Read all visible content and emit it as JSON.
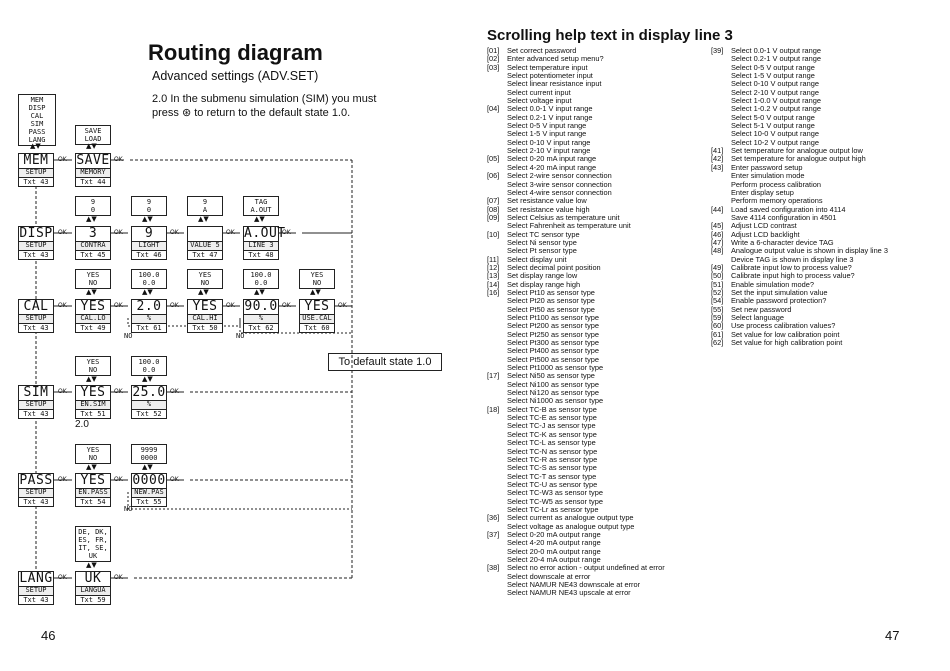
{
  "left_page": {
    "title": "Routing diagram",
    "subtitle": "Advanced settings (ADV.SET)",
    "note_line1": "2.0 In the submenu simulation (SIM) you must",
    "note_line2": "press ⊛ to return to the default state 1.0.",
    "page_number": "46",
    "default_state": "To default state 1.0",
    "label_2_0": "2.0",
    "ok": "OK",
    "no": "NO",
    "menu_list": [
      "MEM",
      "DISP",
      "CAL",
      "SIM",
      "PASS",
      "LANG"
    ],
    "save_load": [
      "SAVE",
      "LOAD"
    ],
    "rows": [
      {
        "main": "MEM",
        "sub": "SETUP",
        "txt": "Txt 43"
      },
      {
        "main": "DISP",
        "sub": "SETUP",
        "txt": "Txt 43"
      },
      {
        "main": "CAL",
        "sub": "SETUP",
        "txt": "Txt 43"
      },
      {
        "main": "SIM",
        "sub": "SETUP",
        "txt": "Txt 43"
      },
      {
        "main": "PASS",
        "sub": "SETUP",
        "txt": "Txt 43"
      },
      {
        "main": "LANG",
        "sub": "SETUP",
        "txt": "Txt 43"
      }
    ],
    "mem_save": {
      "main": "SAVE",
      "sub": "MEMORY",
      "txt": "Txt 44"
    },
    "disp_items": [
      {
        "opts": [
          "9",
          "0"
        ],
        "main": "3",
        "sub": "CONTRA",
        "txt": "Txt 45"
      },
      {
        "opts": [
          "9",
          "0"
        ],
        "main": "9",
        "sub": "LIGHT",
        "txt": "Txt 46"
      },
      {
        "opts": [
          "9",
          "A"
        ],
        "main": "",
        "sub": "VALUE 5",
        "txt": "Txt 47"
      },
      {
        "opts": [
          "TAG",
          "A.OUT"
        ],
        "main": "A.OUT",
        "sub": "LINE 3",
        "txt": "Txt 48"
      }
    ],
    "cal_items": [
      {
        "opts": [
          "YES",
          "NO"
        ],
        "main": "YES",
        "sub": "CAL.LO",
        "txt": "Txt 49"
      },
      {
        "opts": [
          "100.0",
          "0.0"
        ],
        "main": "2.0",
        "sub": "%",
        "txt": "Txt 61"
      },
      {
        "opts": [
          "YES",
          "NO"
        ],
        "main": "YES",
        "sub": "CAL.HI",
        "txt": "Txt 50"
      },
      {
        "opts": [
          "100.0",
          "0.0"
        ],
        "main": "90.0",
        "sub": "%",
        "txt": "Txt 62"
      },
      {
        "opts": [
          "YES",
          "NO"
        ],
        "main": "YES",
        "sub": "USE.CAL",
        "txt": "Txt 60"
      }
    ],
    "sim_items": [
      {
        "opts": [
          "YES",
          "NO"
        ],
        "main": "YES",
        "sub": "EN.SIM",
        "txt": "Txt 51"
      },
      {
        "opts": [
          "100.0",
          "0.0"
        ],
        "main": "25.0",
        "sub": "%",
        "txt": "Txt 52"
      }
    ],
    "pass_items": [
      {
        "opts": [
          "YES",
          "NO"
        ],
        "main": "YES",
        "sub": "EN.PASS",
        "txt": "Txt 54"
      },
      {
        "opts": [
          "9999",
          "0000"
        ],
        "main": "0000",
        "sub": "NEW.PAS",
        "txt": "Txt 55"
      }
    ],
    "lang_item": {
      "opts": [
        "DE, DK,",
        "ES, FR,",
        "IT, SE,",
        "UK"
      ],
      "main": "UK",
      "sub": "LANGUA",
      "txt": "Txt 59"
    }
  },
  "right_page": {
    "title": "Scrolling help text in display line 3",
    "page_number": "47",
    "col1": [
      [
        "[01]",
        "Set correct password"
      ],
      [
        "[02]",
        "Enter advanced setup menu?"
      ],
      [
        "[03]",
        "Select temperature input"
      ],
      [
        "",
        "Select potentiometer input"
      ],
      [
        "",
        "Select linear resistance input"
      ],
      [
        "",
        "Select current input"
      ],
      [
        "",
        "Select voltage input"
      ],
      [
        "[04]",
        "Select 0.0-1 V input range"
      ],
      [
        "",
        "Select 0.2-1 V input range"
      ],
      [
        "",
        "Select 0-5 V input range"
      ],
      [
        "",
        "Select 1-5 V input range"
      ],
      [
        "",
        "Select 0-10 V input range"
      ],
      [
        "",
        "Select 2-10 V input range"
      ],
      [
        "[05]",
        "Select 0-20 mA input range"
      ],
      [
        "",
        "Select 4-20 mA input range"
      ],
      [
        "[06]",
        "Select 2-wire sensor connection"
      ],
      [
        "",
        "Select 3-wire sensor connection"
      ],
      [
        "",
        "Select 4-wire sensor connection"
      ],
      [
        "[07]",
        "Set resistance value low"
      ],
      [
        "[08]",
        "Set resistance value high"
      ],
      [
        "[09]",
        "Select Celsius as temperature unit"
      ],
      [
        "",
        "Select Fahrenheit as temperature unit"
      ],
      [
        "[10]",
        "Select TC sensor type"
      ],
      [
        "",
        "Select Ni sensor type"
      ],
      [
        "",
        "Select Pt sensor type"
      ],
      [
        "[11]",
        "Select display unit"
      ],
      [
        "[12]",
        "Select decimal point position"
      ],
      [
        "[13]",
        "Set display range low"
      ],
      [
        "[14]",
        "Set display range high"
      ],
      [
        "[16]",
        "Select Pt10 as sensor type"
      ],
      [
        "",
        "Select Pt20 as sensor type"
      ],
      [
        "",
        "Select Pt50 as sensor type"
      ],
      [
        "",
        "Select Pt100 as sensor type"
      ],
      [
        "",
        "Select Pt200 as sensor type"
      ],
      [
        "",
        "Select Pt250 as sensor type"
      ],
      [
        "",
        "Select Pt300 as sensor type"
      ],
      [
        "",
        "Select Pt400 as sensor type"
      ],
      [
        "",
        "Select Pt500 as sensor type"
      ],
      [
        "",
        "Select Pt1000 as sensor type"
      ],
      [
        "[17]",
        "Select Ni50 as sensor type"
      ],
      [
        "",
        "Select Ni100 as sensor type"
      ],
      [
        "",
        "Select Ni120 as sensor type"
      ],
      [
        "",
        "Select Ni1000 as sensor type"
      ],
      [
        "[18]",
        "Select TC-B as sensor type"
      ],
      [
        "",
        "Select TC-E as sensor type"
      ],
      [
        "",
        "Select TC-J as sensor type"
      ],
      [
        "",
        "Select TC-K as sensor type"
      ],
      [
        "",
        "Select TC-L as sensor type"
      ],
      [
        "",
        "Select TC-N as sensor type"
      ],
      [
        "",
        "Select TC-R as sensor type"
      ],
      [
        "",
        "Select TC-S as sensor type"
      ],
      [
        "",
        "Select TC-T as sensor type"
      ],
      [
        "",
        "Select TC-U as sensor type"
      ],
      [
        "",
        "Select TC-W3 as sensor type"
      ],
      [
        "",
        "Select TC-W5 as sensor type"
      ],
      [
        "",
        "Select TC-Lr as sensor type"
      ],
      [
        "[36]",
        "Select current as analogue output type"
      ],
      [
        "",
        "Select voltage as analogue output type"
      ],
      [
        "[37]",
        "Select 0-20 mA output range"
      ],
      [
        "",
        "Select 4-20 mA output range"
      ],
      [
        "",
        "Select 20-0 mA output range"
      ],
      [
        "",
        "Select 20-4 mA output range"
      ],
      [
        "[38]",
        "Select no error action - output undefined at error"
      ],
      [
        "",
        "Select downscale at error"
      ],
      [
        "",
        "Select NAMUR NE43 downscale at error"
      ],
      [
        "",
        "Select NAMUR NE43 upscale at error"
      ]
    ],
    "col2": [
      [
        "[39]",
        "Select 0.0-1 V output range"
      ],
      [
        "",
        "Select 0.2-1 V output range"
      ],
      [
        "",
        "Select 0-5 V output range"
      ],
      [
        "",
        "Select 1-5 V output range"
      ],
      [
        "",
        "Select 0-10 V output range"
      ],
      [
        "",
        "Select 2-10 V output range"
      ],
      [
        "",
        "Select 1-0.0 V output range"
      ],
      [
        "",
        "Select 1-0.2 V output range"
      ],
      [
        "",
        "Select 5-0 V output range"
      ],
      [
        "",
        "Select 5-1 V output range"
      ],
      [
        "",
        "Select 10-0 V output range"
      ],
      [
        "",
        "Select 10-2 V output range"
      ],
      [
        "[41]",
        "Set temperature for analogue output low"
      ],
      [
        "[42]",
        "Set temperature for analogue output high"
      ],
      [
        "[43]",
        "Enter password setup"
      ],
      [
        "",
        "Enter simulation mode"
      ],
      [
        "",
        "Perform process calibration"
      ],
      [
        "",
        "Enter display setup"
      ],
      [
        "",
        "Perform memory operations"
      ],
      [
        "[44]",
        "Load saved configuration into 4114"
      ],
      [
        "",
        "Save 4114 configuration in 4501"
      ],
      [
        "[45]",
        "Adjust LCD contrast"
      ],
      [
        "[46]",
        "Adjust LCD backlight"
      ],
      [
        "[47]",
        "Write a 6-character device TAG"
      ],
      [
        "[48]",
        "Analogue output value is shown in display line 3"
      ],
      [
        "",
        "Device TAG is shown in display line 3"
      ],
      [
        "[49]",
        "Calibrate input low to process value?"
      ],
      [
        "[50]",
        "Calibrate input high to process value?"
      ],
      [
        "[51]",
        "Enable simulation mode?"
      ],
      [
        "[52]",
        "Set the input simulation value"
      ],
      [
        "[54]",
        "Enable password protection?"
      ],
      [
        "[55]",
        "Set new password"
      ],
      [
        "[59]",
        "Select language"
      ],
      [
        "[60]",
        "Use process calibration values?"
      ],
      [
        "[61]",
        "Set value for low calibration point"
      ],
      [
        "[62]",
        "Set value for high calibration point"
      ]
    ]
  }
}
